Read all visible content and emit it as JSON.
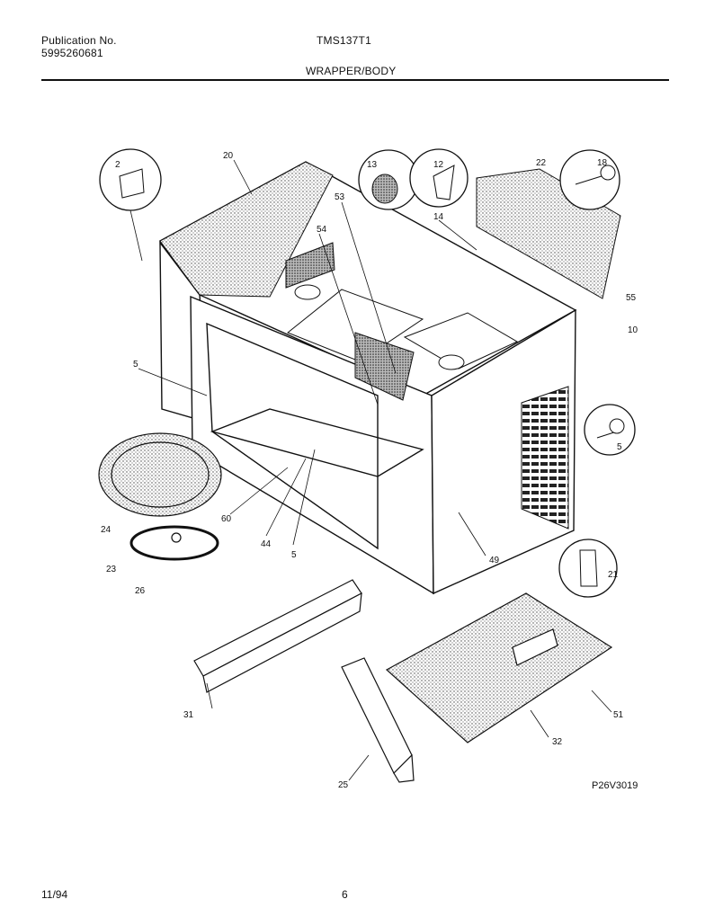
{
  "header": {
    "publication_label": "Publication No.",
    "publication_number": "5995260681",
    "model": "TMS137T1",
    "section_title": "WRAPPER/BODY"
  },
  "diagram": {
    "code": "P26V3019",
    "part_labels": [
      "2",
      "20",
      "13",
      "12",
      "22",
      "18",
      "53",
      "54",
      "14",
      "55",
      "10",
      "5",
      "5",
      "60",
      "44",
      "5",
      "24",
      "23",
      "26",
      "49",
      "21",
      "31",
      "25",
      "32",
      "51"
    ]
  },
  "footer": {
    "date": "11/94",
    "page": "6"
  }
}
